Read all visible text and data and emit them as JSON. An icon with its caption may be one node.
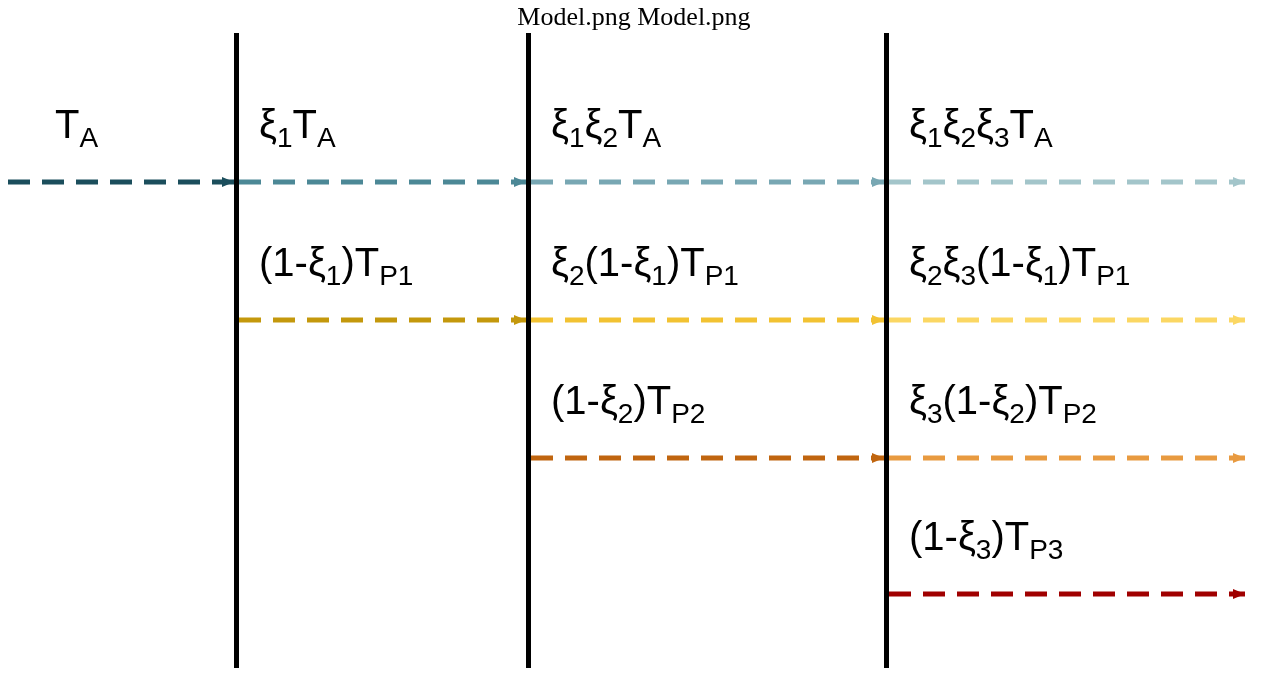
{
  "diagram": {
    "title": "Model.png Model.png",
    "nodes": [
      {
        "text": [],
        "shape": "bar"
      },
      {
        "text": [],
        "shape": "bar"
      },
      {
        "text": [],
        "shape": "bar"
      }
    ],
    "edges": [
      {
        "from": null,
        "to": 0,
        "arrow": "to",
        "label": "T$_{A}$",
        "style": "dashed",
        "color": "#1b4e5c"
      },
      {
        "from": 0,
        "to": 1,
        "arrow": "to",
        "label": "ξ$_{1}$T$_{A}$",
        "style": "dashed",
        "color": "#4c8896"
      },
      {
        "from": 1,
        "to": 2,
        "arrow": "to",
        "label": "ξ$_{1}$ξ$_{2}$T$_{A}$",
        "style": "dashed",
        "color": "#78a7b3"
      },
      {
        "from": 2,
        "to": null,
        "arrow": "to",
        "label": "ξ$_{1}$ξ$_{2}$ξ$_{3}$T$_{A}$",
        "style": "dashed",
        "color": "#a3c5ca"
      },
      {
        "from": 0,
        "to": 1,
        "arrow": "to",
        "label": "(1-ξ$_{1}$)T$_{P1}$",
        "style": "dashed",
        "color": "#c4980c"
      },
      {
        "from": 1,
        "to": 2,
        "arrow": "to",
        "label": "ξ$_{2}$(1-ξ$_{1}$)T$_{P1}$",
        "style": "dashed",
        "color": "#f2c232"
      },
      {
        "from": 2,
        "to": null,
        "arrow": "to",
        "label": "ξ$_{2}$ξ$_{3}$(1-ξ$_{1}$)T$_{P1}$",
        "style": "dashed",
        "color": "#fbd763"
      },
      {
        "from": 1,
        "to": 2,
        "arrow": "to",
        "label": "(1-ξ$_{2}$)T$_{P2}$",
        "style": "dashed",
        "color": "#c0650f"
      },
      {
        "from": 2,
        "to": null,
        "arrow": "to",
        "label": "ξ$_{3}$(1-ξ$_{2}$)T$_{P2}$",
        "style": "dashed",
        "color": "#e89a40"
      },
      {
        "from": 2,
        "to": null,
        "arrow": "to",
        "label": "(1-ξ$_{3}$)T$_{P3}$",
        "style": "dashed",
        "color": "#a00000"
      }
    ]
  }
}
